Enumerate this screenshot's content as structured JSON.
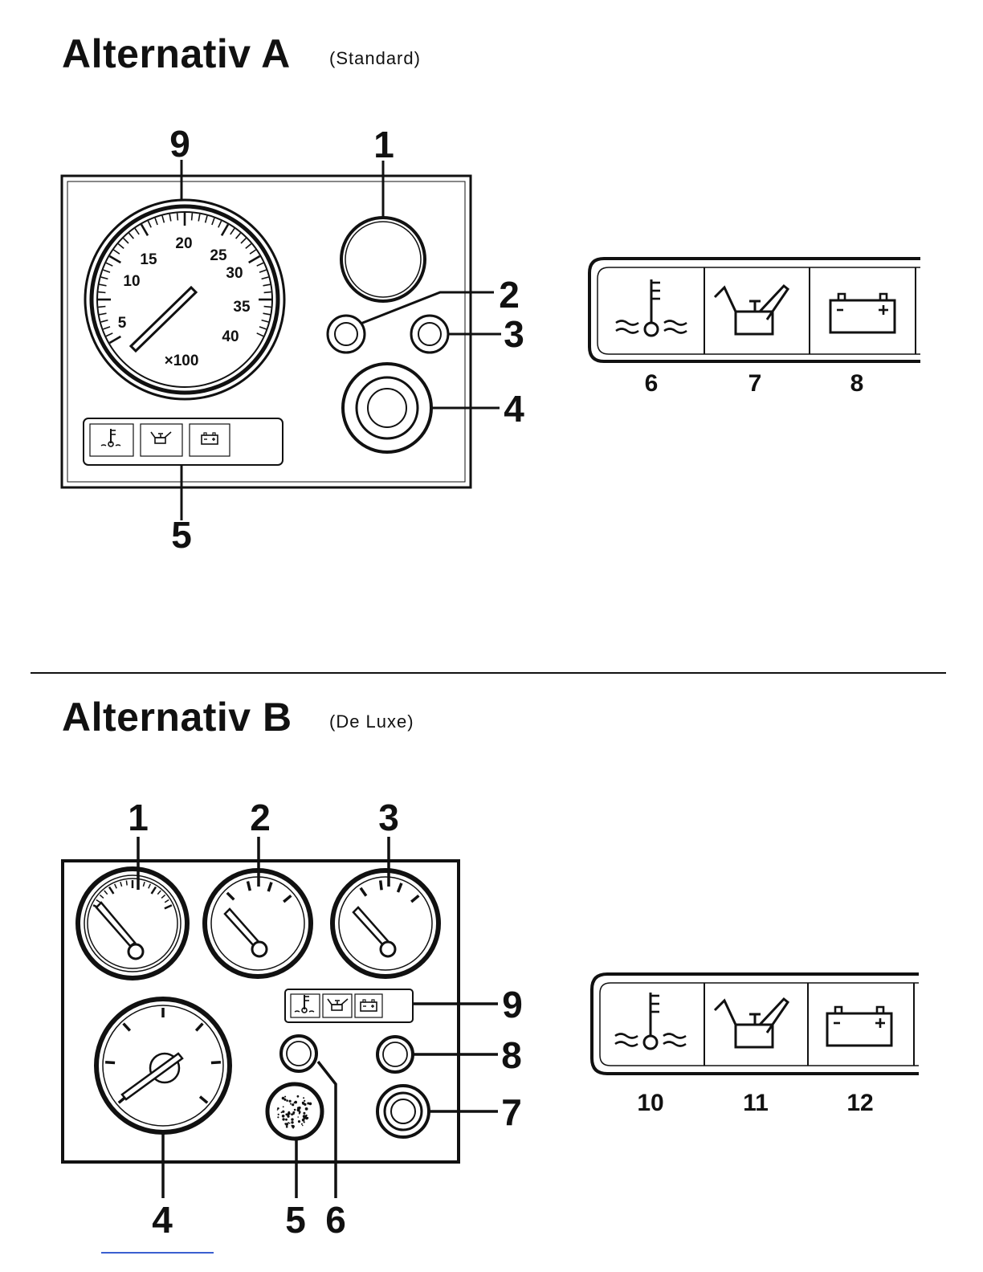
{
  "section_a": {
    "title": "Alternativ A",
    "subtitle": "(Standard)",
    "callouts": {
      "c9": "9",
      "c1": "1",
      "c2": "2",
      "c3": "3",
      "c4": "4",
      "c5": "5"
    },
    "tachometer": {
      "scale": [
        "5",
        "10",
        "15",
        "20",
        "25",
        "30",
        "35",
        "40"
      ],
      "multiplier": "×100"
    },
    "strip_labels": [
      "6",
      "7",
      "8"
    ]
  },
  "section_b": {
    "title": "Alternativ B",
    "subtitle": "(De Luxe)",
    "callouts": {
      "c1": "1",
      "c2": "2",
      "c3": "3",
      "c4": "4",
      "c5": "5",
      "c6": "6",
      "c7": "7",
      "c8": "8",
      "c9": "9"
    },
    "strip_labels": [
      "10",
      "11",
      "12"
    ]
  },
  "icons": [
    "coolant-temperature-icon",
    "oil-can-icon",
    "battery-icon"
  ]
}
